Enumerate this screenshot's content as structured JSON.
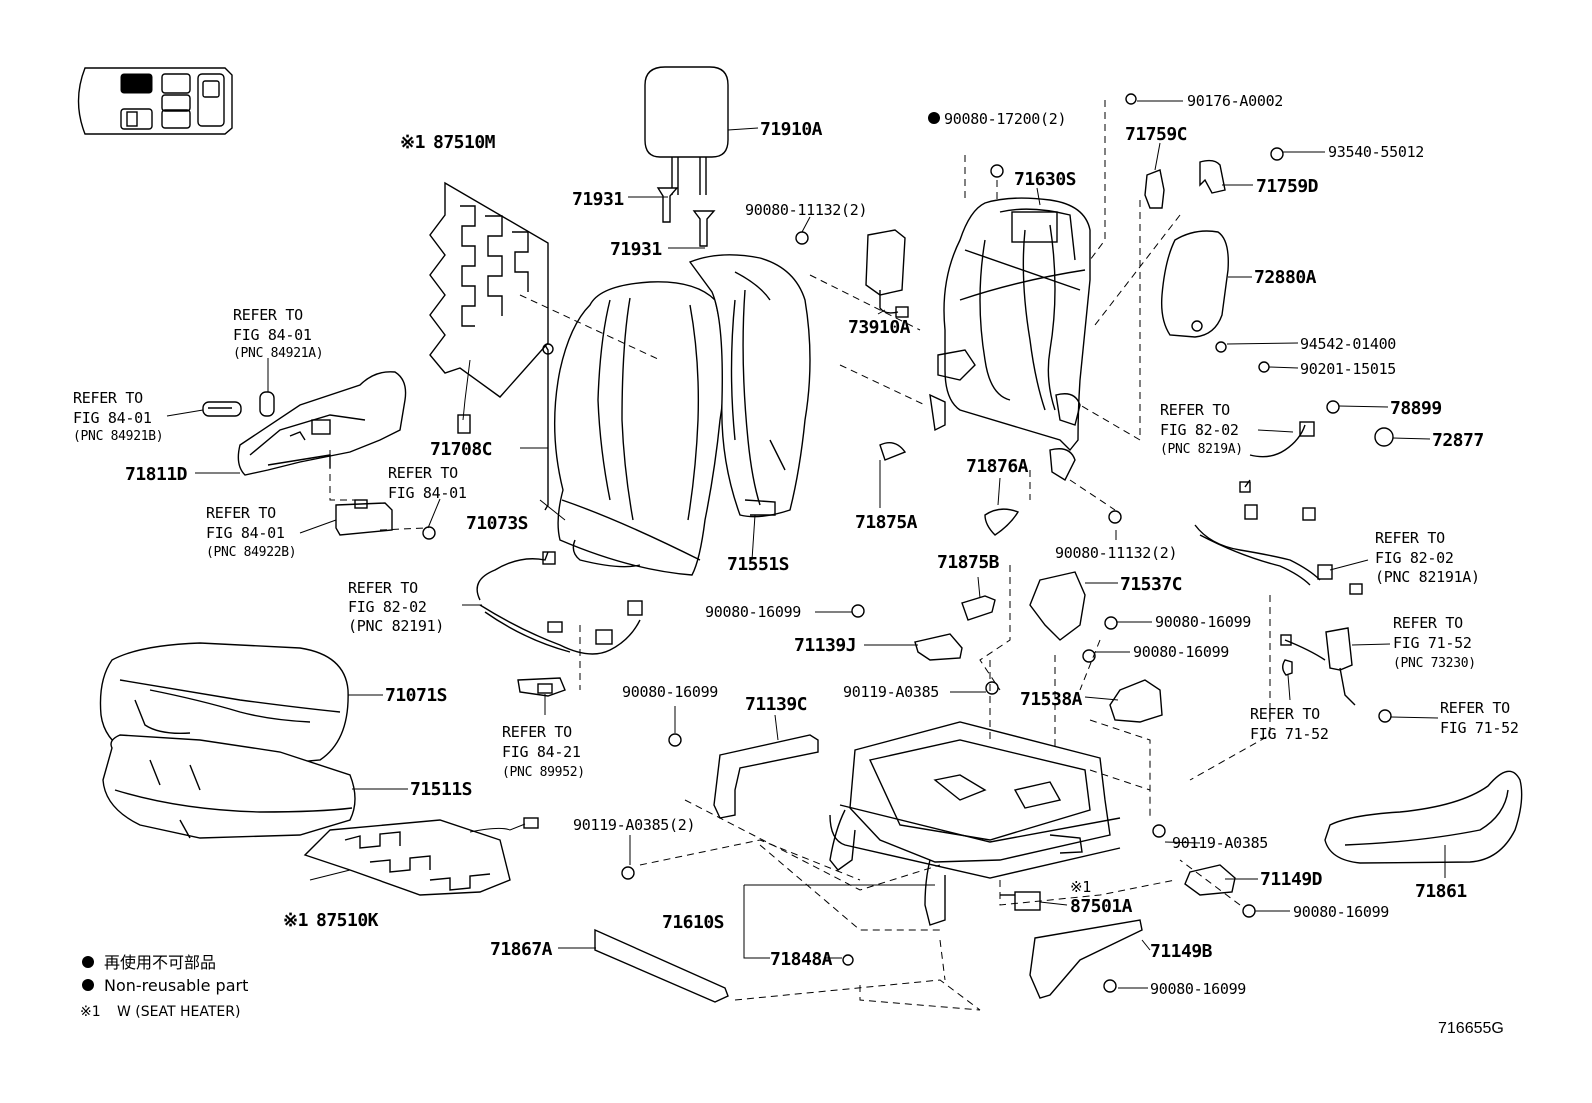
{
  "diagram": {
    "figure_code": "716655G",
    "legend": {
      "line1": "再使用不可部品",
      "line2": "Non-reusable part",
      "line3_mark": "※1",
      "line3_text": "W (SEAT HEATER)"
    },
    "labels": {
      "p87510M": "87510M",
      "mark_87510M": "※1",
      "p71910A": "71910A",
      "p71931a": "71931",
      "p71931b": "71931",
      "p90080_11132a": "90080-11132(2)",
      "p90080_17200": "90080-17200(2)",
      "p90176": "90176-A0002",
      "p71759C": "71759C",
      "p93540": "93540-55012",
      "p71630S": "71630S",
      "p71759D": "71759D",
      "p72880A": "72880A",
      "p73910A": "73910A",
      "p94542": "94542-01400",
      "p90201": "90201-15015",
      "p78899": "78899",
      "p72877": "72877",
      "p71708C": "71708C",
      "p71073S": "71073S",
      "p71551S": "71551S",
      "p71875A": "71875A",
      "p71876A": "71876A",
      "p90080_11132b": "90080-11132(2)",
      "p71811D": "71811D",
      "p71875B": "71875B",
      "p71537C": "71537C",
      "p90080_16099a": "90080-16099",
      "p90080_16099b": "90080-16099",
      "p90080_16099c": "90080-16099",
      "p71139J": "71139J",
      "p90119_a": "90119-A0385",
      "p71538A": "71538A",
      "p71071S": "71071S",
      "p90080_16099d": "90080-16099",
      "p71139C": "71139C",
      "p71511S": "71511S",
      "p90119_b": "90119-A0385(2)",
      "p90119_c": "90119-A0385",
      "p71149D": "71149D",
      "mark_87501A": "※1",
      "p87501A": "87501A",
      "p90080_16099e": "90080-16099",
      "p71610S": "71610S",
      "p71861": "71861",
      "p87510K": "87510K",
      "mark_87510K": "※1",
      "p71867A": "71867A",
      "p71848A": "71848A",
      "p71149B": "71149B",
      "p90080_16099f": "90080-16099"
    },
    "refs": {
      "r1": {
        "refer": "REFER TO",
        "fig": "FIG 84-01",
        "pnc": "(PNC 84921A)"
      },
      "r2": {
        "refer": "REFER TO",
        "fig": "FIG 84-01",
        "pnc": "(PNC 84921B)"
      },
      "r3": {
        "refer": "REFER TO",
        "fig": "FIG 84-01"
      },
      "r4": {
        "refer": "REFER TO",
        "fig": "FIG 84-01",
        "pnc": "(PNC 84922B)"
      },
      "r5": {
        "refer": "REFER TO",
        "fig": "FIG 82-02",
        "pnc": "(PNC 82191)"
      },
      "r6": {
        "refer": "REFER TO",
        "fig": "FIG 84-21",
        "pnc": "(PNC 89952)"
      },
      "r7": {
        "refer": "REFER TO",
        "fig": "FIG 82-02",
        "pnc": "(PNC 8219A)"
      },
      "r8": {
        "refer": "REFER TO",
        "fig": "FIG 82-02",
        "pnc": "(PNC 82191A)"
      },
      "r9": {
        "refer": "REFER TO",
        "fig": "FIG 71-52",
        "pnc": "(PNC 73230)"
      },
      "r10": {
        "refer": "REFER TO",
        "fig": "FIG 71-52"
      },
      "r11": {
        "refer": "REFER TO",
        "fig": "FIG 71-52"
      }
    }
  }
}
